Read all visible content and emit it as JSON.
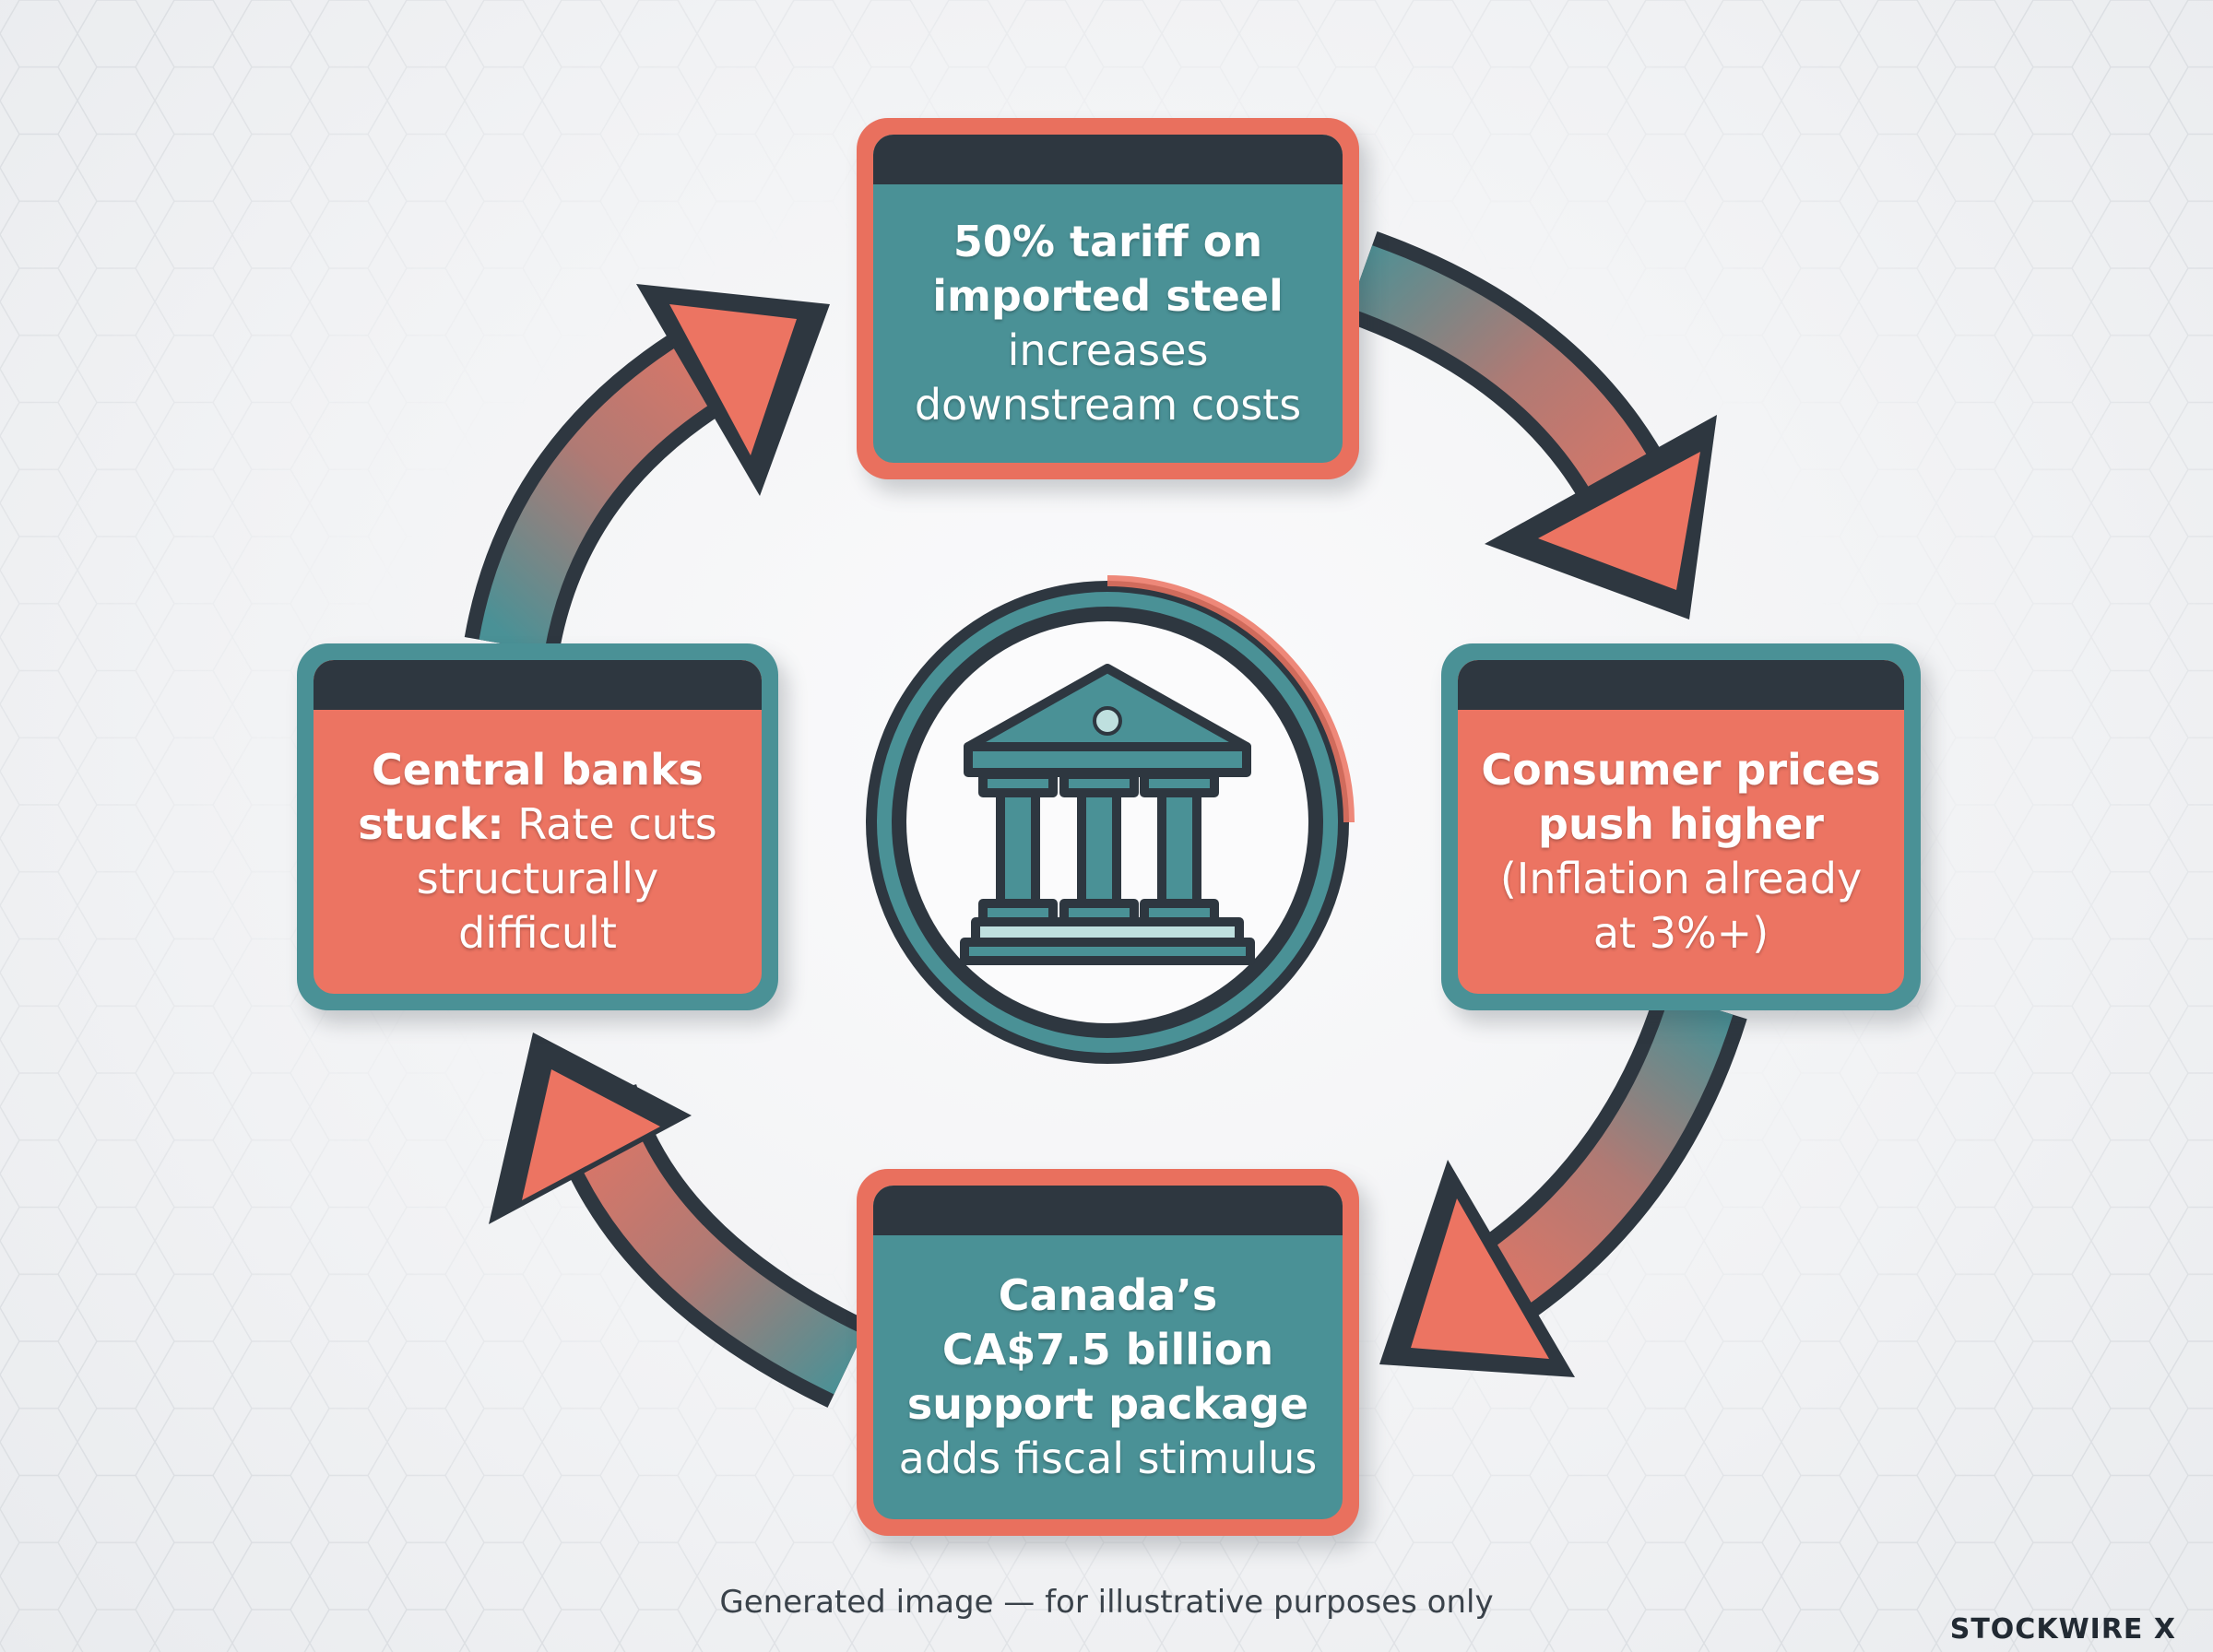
{
  "steps": {
    "top": {
      "line1": "50% tariff on",
      "line2": "imported steel",
      "line3": "increases",
      "line4": "downstream costs"
    },
    "right": {
      "line1": "Consumer prices",
      "line2": "push higher",
      "line3": "(Inflation already",
      "line4": "at 3%+)"
    },
    "bottom": {
      "line1": "Canada’s",
      "line2": "CA$7.5 billion",
      "line3": "support package",
      "line4": "adds fiscal stimulus"
    },
    "left": {
      "line1": "Central banks",
      "line2_bold": "stuck:",
      "line2_rest": " Rate cuts",
      "line3": "structurally",
      "line4": "difficult"
    }
  },
  "center_icon": "bank-building-icon",
  "caption": "Generated image — for illustrative purposes only",
  "brand": "STOCKWIRE X",
  "colors": {
    "teal": "#4a9196",
    "coral": "#ec7462",
    "dark": "#2e3740",
    "background": "#f1f2f4"
  }
}
